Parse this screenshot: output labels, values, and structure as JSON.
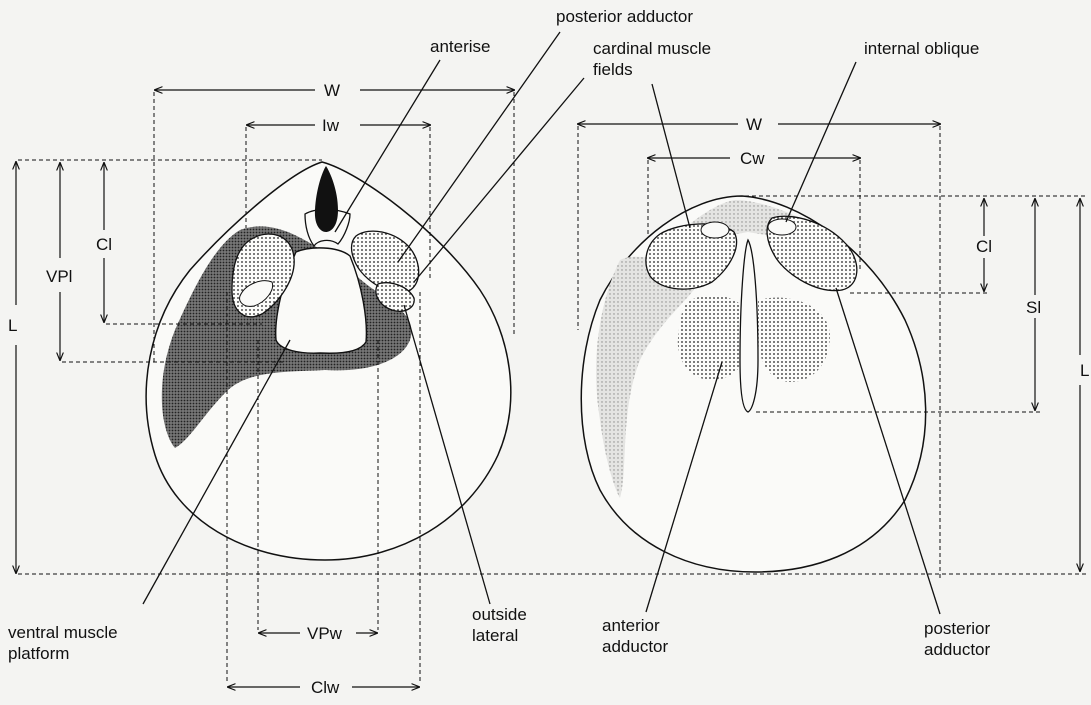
{
  "diagram": {
    "callouts": {
      "anterise": "anterise",
      "posterior_adductor_top": "posterior adductor",
      "cardinal_muscle_fields": [
        "cardinal muscle",
        "fields"
      ],
      "internal_oblique": "internal oblique",
      "ventral_muscle_platform": [
        "ventral  muscle",
        "platform"
      ],
      "outside_lateral": [
        "outside",
        "lateral"
      ],
      "anterior_adductor": [
        "anterior",
        "adductor"
      ],
      "posterior_adductor_bottom": [
        "posterior",
        "adductor"
      ]
    },
    "left_valve_dimensions": {
      "w": "W",
      "iw": "Iw",
      "cl": "Cl",
      "vpl": "VPl",
      "l": "L",
      "vpw": "VPw",
      "clw": "Clw"
    },
    "right_valve_dimensions": {
      "w": "W",
      "cw": "Cw",
      "cl": "Cl",
      "sl": "Sl",
      "l": "L"
    }
  }
}
